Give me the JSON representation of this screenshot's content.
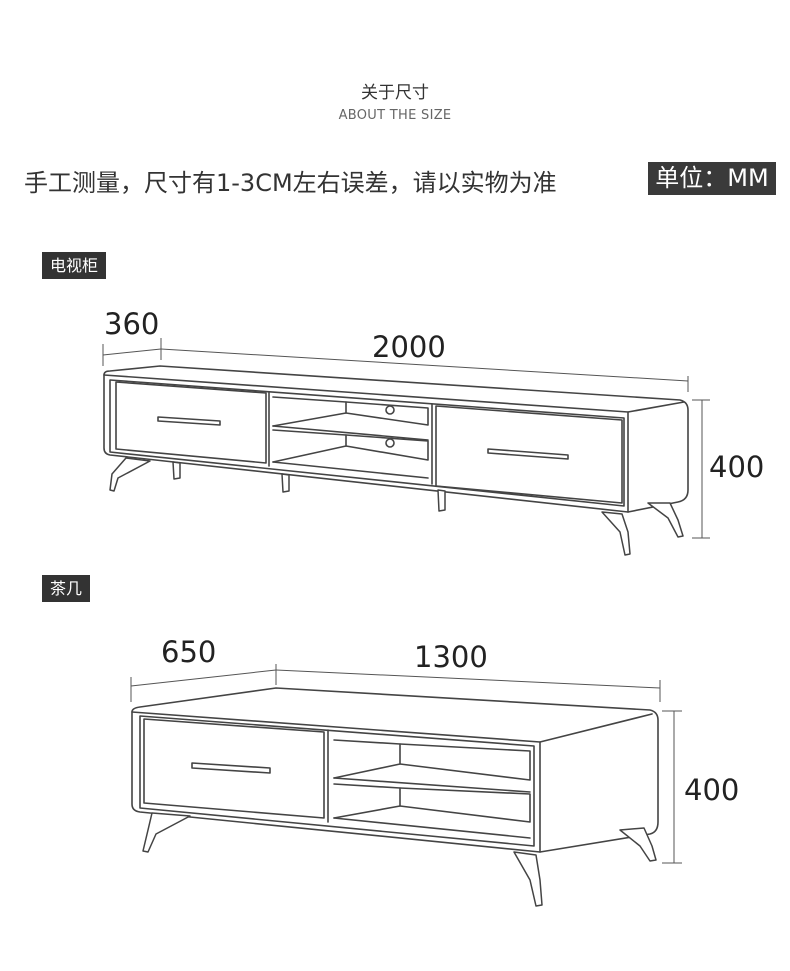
{
  "header": {
    "title_cn": "关于尺寸",
    "title_en": "ABOUT THE SIZE"
  },
  "note": "手工测量，尺寸有1-3CM左右误差，请以实物为准",
  "unit_badge": "单位：MM",
  "tv_cabinet": {
    "label": "电视柜",
    "depth": "360",
    "length": "2000",
    "height": "400"
  },
  "coffee_table": {
    "label": "茶几",
    "depth": "650",
    "length": "1300",
    "height": "400"
  }
}
